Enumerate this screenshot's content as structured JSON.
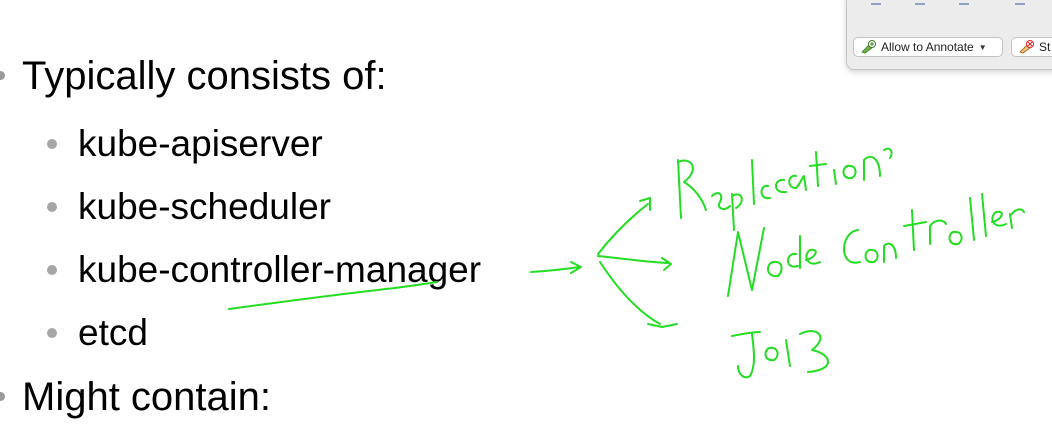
{
  "slide": {
    "bullets": [
      {
        "level": 1,
        "text": "Typically consists of:"
      },
      {
        "level": 2,
        "text": "kube-apiserver"
      },
      {
        "level": 2,
        "text": "kube-scheduler"
      },
      {
        "level": 2,
        "text": "kube-controller-manager"
      },
      {
        "level": 2,
        "text": "etcd"
      },
      {
        "level": 1,
        "text": "Might contain:"
      }
    ]
  },
  "toolbar": {
    "allow_annotate_label": "Allow to Annotate",
    "stop_label": "St"
  },
  "annotations": {
    "color": "#22dd22",
    "notes": [
      "Replication",
      "Node Controller",
      "Job"
    ]
  },
  "colors": {
    "ink": "#22dd22",
    "bullet_dot": "#9a9a9a",
    "text": "#000000"
  }
}
